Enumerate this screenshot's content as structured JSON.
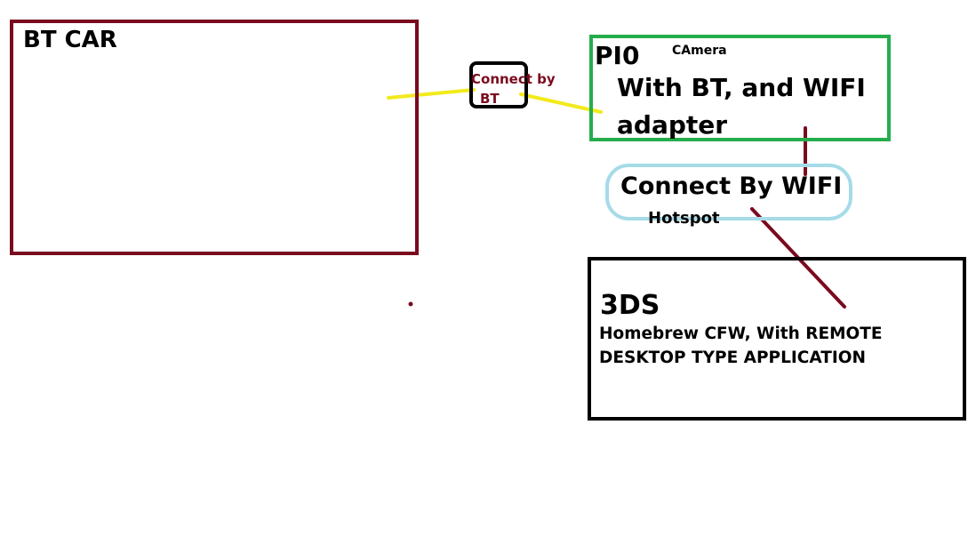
{
  "bt_car": {
    "title": "BT CAR"
  },
  "bt_link": {
    "line1": "Connect by",
    "line2": "BT"
  },
  "pi": {
    "title": "PI0",
    "camera": "CAmera",
    "line1": "With BT, and WIFI",
    "line2": "adapter"
  },
  "wifi": {
    "label": "Connect By WIFI",
    "sub": "Hotspot"
  },
  "ds": {
    "title": "3DS",
    "line1": "Homebrew CFW, With REMOTE",
    "line2": "DESKTOP TYPE APPLICATION"
  },
  "colors": {
    "car_border": "#7a0a1e",
    "pi_border": "#24ad4c",
    "wifi_border": "#a6dbe8",
    "bt_line": "#f2ea1c",
    "wifi_line": "#7a0a1e"
  }
}
